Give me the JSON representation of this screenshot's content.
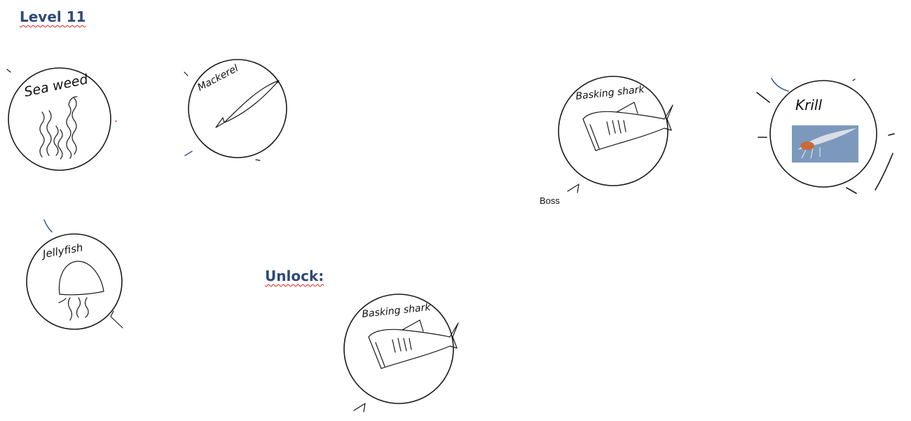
{
  "page": {
    "title": "Level 11",
    "unlock_heading": "Unlock:",
    "boss_label": "Boss"
  },
  "creatures": {
    "seaweed": {
      "label": "Sea weed"
    },
    "mackerel": {
      "label": "Mackerel"
    },
    "basking_shark": {
      "label": "Basking shark"
    },
    "krill": {
      "label": "Krill"
    },
    "jellyfish": {
      "label": "Jellyfish"
    }
  },
  "unlock": {
    "basking_shark": {
      "label": "Basking shark"
    }
  },
  "colors": {
    "heading": "#2e4a7a",
    "spellcheck": "#e02020",
    "ink": "#1a1a1a",
    "accent_stroke": "#3b5b8e"
  }
}
